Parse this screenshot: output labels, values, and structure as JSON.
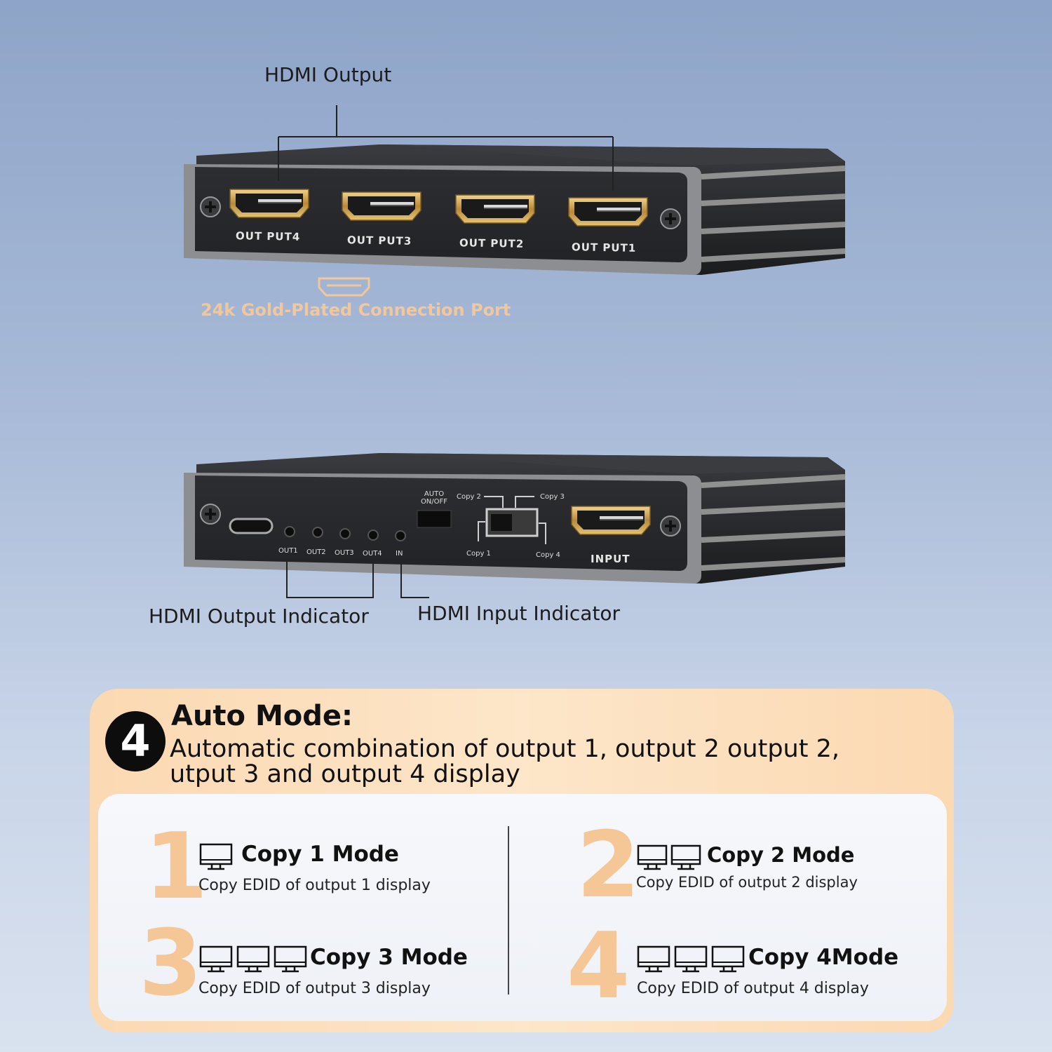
{
  "callouts": {
    "hdmi_output": "HDMI Output",
    "gold_port": "24k Gold-Plated Connection Port",
    "output_indicator": "HDMI Output Indicator",
    "input_indicator": "HDMI Input Indicator"
  },
  "device_front": {
    "ports": [
      "OUT PUT4",
      "OUT PUT3",
      "OUT PUT2",
      "OUT PUT1"
    ]
  },
  "device_back": {
    "leds": [
      "OUT1",
      "OUT2",
      "OUT3",
      "OUT4",
      "IN"
    ],
    "auto_switch": "AUTO\nON/OFF",
    "auto_line1": "AUTO",
    "auto_line2": "ON/OFF",
    "copy_labels": {
      "c1": "Copy 1",
      "c2": "Copy 2",
      "c3": "Copy 3",
      "c4": "Copy 4"
    },
    "input_label": "INPUT"
  },
  "auto_mode": {
    "badge": "4",
    "title": "Auto Mode:",
    "line1": "Automatic combination of output 1,   output 2 output 2,",
    "line2": "utput 3 and output 4 display"
  },
  "modes": [
    {
      "number": "1",
      "title": "Copy 1 Mode",
      "desc": "Copy EDID of output 1 display",
      "monitors": 1
    },
    {
      "number": "2",
      "title": "Copy 2 Mode",
      "desc": "Copy EDID of output 2 display",
      "monitors": 2
    },
    {
      "number": "3",
      "title": "Copy 3 Mode",
      "desc": "Copy EDID of output 3 display",
      "monitors": 3
    },
    {
      "number": "4",
      "title": "Copy 4Mode",
      "desc": "Copy EDID of output 4 display",
      "monitors": 3
    }
  ],
  "colors": {
    "accent_gold": "#f2c89a",
    "device_body": "#2a2b2e",
    "port_gold": "#c9a25a"
  }
}
